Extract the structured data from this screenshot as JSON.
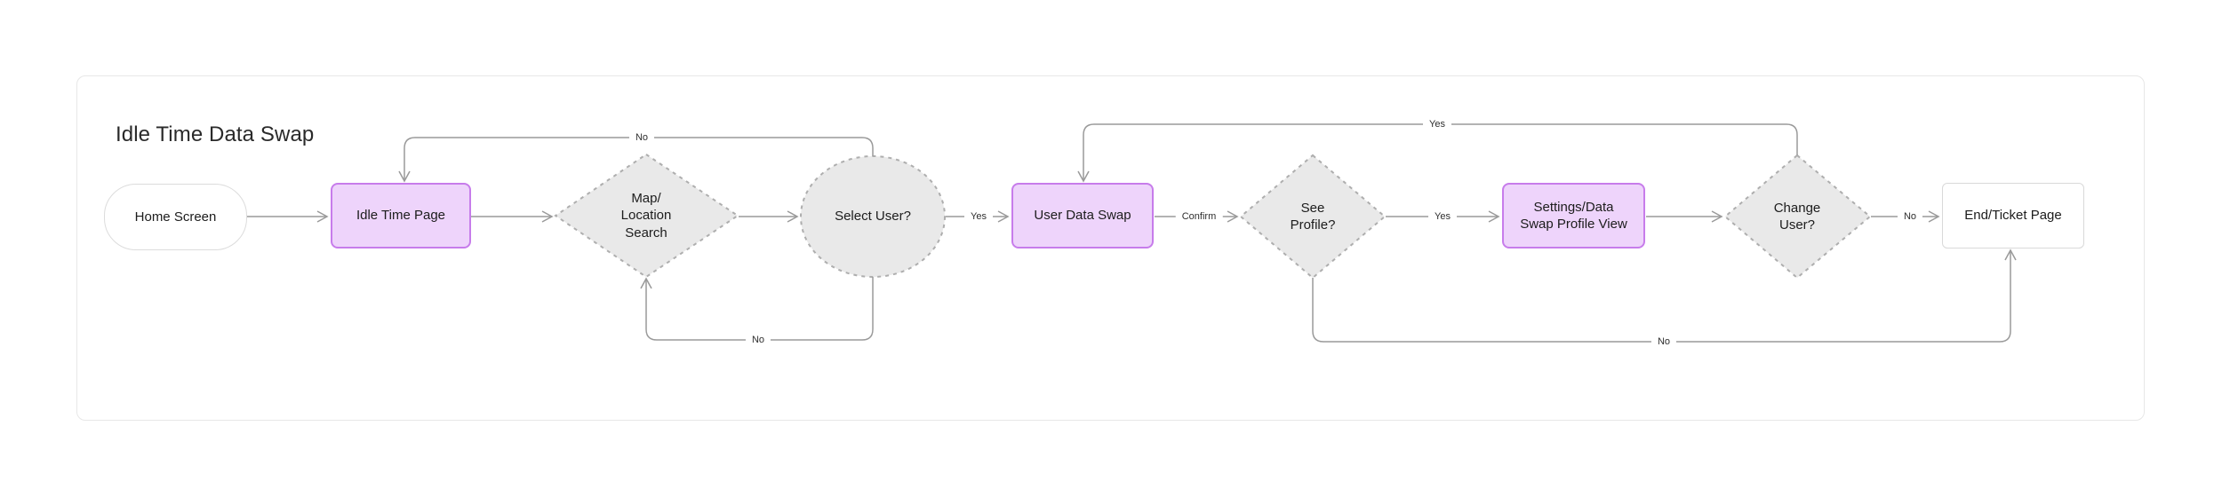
{
  "title": "Idle Time Data Swap",
  "nodes": {
    "home_screen": {
      "label": "Home Screen"
    },
    "idle_time_page": {
      "label": "Idle Time Page"
    },
    "map_location_search": {
      "label": "Map/\nLocation\nSearch"
    },
    "select_user": {
      "label": "Select User?"
    },
    "user_data_swap": {
      "label": "User Data Swap"
    },
    "see_profile": {
      "label": "See\nProfile?"
    },
    "settings_profile_view": {
      "label": "Settings/Data\nSwap Profile View"
    },
    "change_user": {
      "label": "Change\nUser?"
    },
    "end_ticket_page": {
      "label": "End/Ticket Page"
    }
  },
  "edges": {
    "select_user_yes": {
      "from": "Select User?",
      "to": "User Data Swap",
      "label": "Yes"
    },
    "user_data_swap_confirm": {
      "from": "User Data Swap",
      "to": "See Profile?",
      "label": "Confirm"
    },
    "see_profile_yes": {
      "from": "See Profile?",
      "to": "Settings/Data Swap Profile View",
      "label": "Yes"
    },
    "change_user_no": {
      "from": "Change User?",
      "to": "End/Ticket Page",
      "label": "No"
    },
    "select_user_no_top": {
      "from": "Select User?",
      "to": "Idle Time Page",
      "label": "No"
    },
    "select_user_no_bottom": {
      "from": "Select User?",
      "to": "Map/Location Search",
      "label": "No"
    },
    "change_user_yes_top": {
      "from": "Change User?",
      "to": "User Data Swap",
      "label": "Yes"
    },
    "see_profile_no_bottom": {
      "from": "See Profile?",
      "to": "End/Ticket Page",
      "label": "No"
    }
  },
  "colors": {
    "purple_fill": "#eed4fb",
    "purple_border": "#c77ceb",
    "gray_fill": "#e9e9e9",
    "gray_dashed_border": "#aeaeae",
    "edge_stroke": "#9a9a9a",
    "card_border": "#e7e7e7"
  }
}
